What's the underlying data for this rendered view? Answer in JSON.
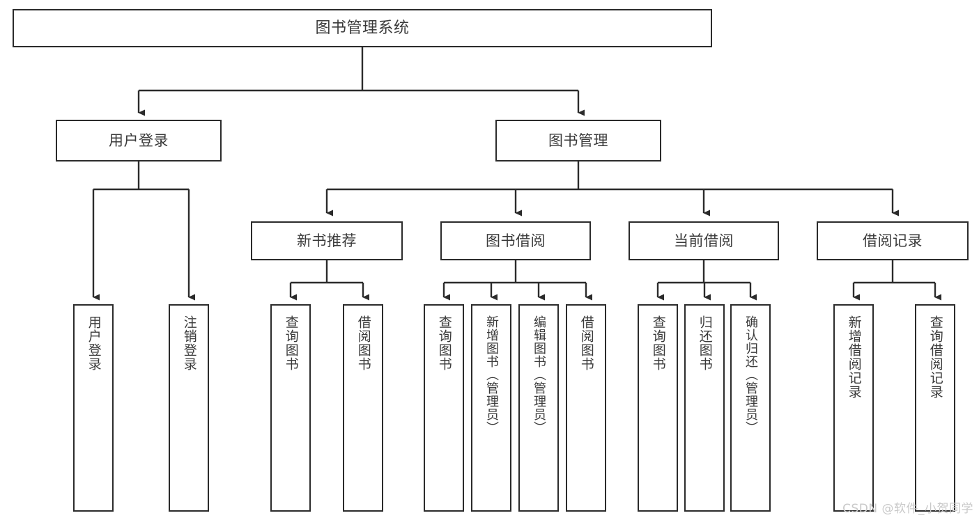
{
  "diagram": {
    "title": "图书管理系统",
    "type": "tree",
    "orientation": "top-down",
    "colors": {
      "background": "#ffffff",
      "node_border": "#2b2b2b",
      "node_fill": "#ffffff",
      "text": "#3a3a3a",
      "edge": "#2b2b2b",
      "watermark": "#c9c9c9"
    },
    "nodes": {
      "root": {
        "label": "图书管理系统",
        "level": 1
      },
      "level2": [
        {
          "id": "user-login",
          "label": "用户登录"
        },
        {
          "id": "book-manage",
          "label": "图书管理"
        }
      ],
      "level3": [
        {
          "id": "new-book-recommend",
          "label": "新书推荐"
        },
        {
          "id": "book-borrow",
          "label": "图书借阅"
        },
        {
          "id": "current-borrow",
          "label": "当前借阅"
        },
        {
          "id": "borrow-record",
          "label": "借阅记录"
        }
      ],
      "leaves": {
        "user-login": [
          {
            "id": "leaf-user-login",
            "label": "用户登录"
          },
          {
            "id": "leaf-logout-login",
            "label": "注销登录"
          }
        ],
        "new-book-recommend": [
          {
            "id": "leaf-query-book-1",
            "label": "查询图书"
          },
          {
            "id": "leaf-borrow-book-1",
            "label": "借阅图书"
          }
        ],
        "book-borrow": [
          {
            "id": "leaf-query-book-2",
            "label": "查询图书"
          },
          {
            "id": "leaf-add-book",
            "label": "新增图书（管理员）"
          },
          {
            "id": "leaf-edit-book",
            "label": "编辑图书（管理员）"
          },
          {
            "id": "leaf-borrow-book-2",
            "label": "借阅图书"
          }
        ],
        "current-borrow": [
          {
            "id": "leaf-query-book-3",
            "label": "查询图书"
          },
          {
            "id": "leaf-return-book",
            "label": "归还图书"
          },
          {
            "id": "leaf-confirm-return",
            "label": "确认归还（管理员）"
          }
        ],
        "borrow-record": [
          {
            "id": "leaf-add-record",
            "label": "新增借阅记录"
          },
          {
            "id": "leaf-query-record",
            "label": "查询借阅记录"
          }
        ]
      }
    }
  },
  "watermark": {
    "text": "CSDN @软件_小贺同学"
  }
}
